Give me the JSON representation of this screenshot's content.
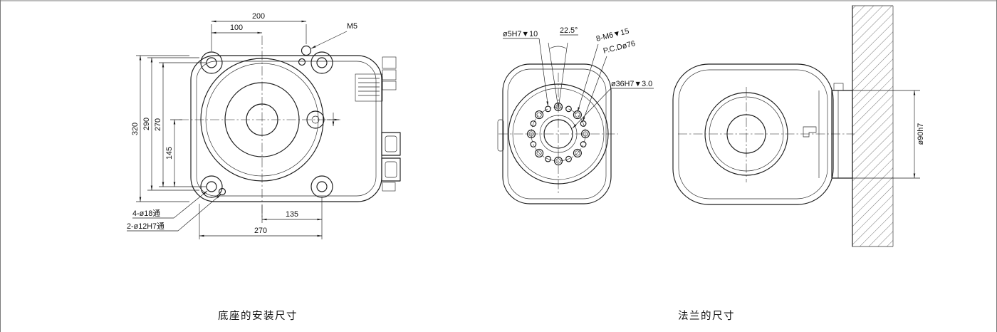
{
  "captions": {
    "base": "底座的安装尺寸",
    "flange": "法兰的尺寸"
  },
  "base_view": {
    "dim_200": "200",
    "dim_100": "100",
    "label_m5": "M5",
    "dim_320": "320",
    "dim_290": "290",
    "dim_270_vertical": "270",
    "dim_145": "145",
    "dim_135": "135",
    "dim_270_horizontal": "270",
    "label_holes_18": "4-ø18通",
    "label_holes_12": "2-ø12H7通"
  },
  "flange_view": {
    "label_pin_hole": "ø5H7▼10",
    "label_angle": "22.5°",
    "label_tapped_holes": "8-M6▼15",
    "label_pitch_circle": "P.C.Dø76",
    "label_center_bore": "ø36H7▼3.0"
  },
  "side_view": {
    "label_flange_dia": "ø90h7"
  },
  "colors": {
    "line": "#1c1c1c",
    "background": "#ffffff"
  }
}
